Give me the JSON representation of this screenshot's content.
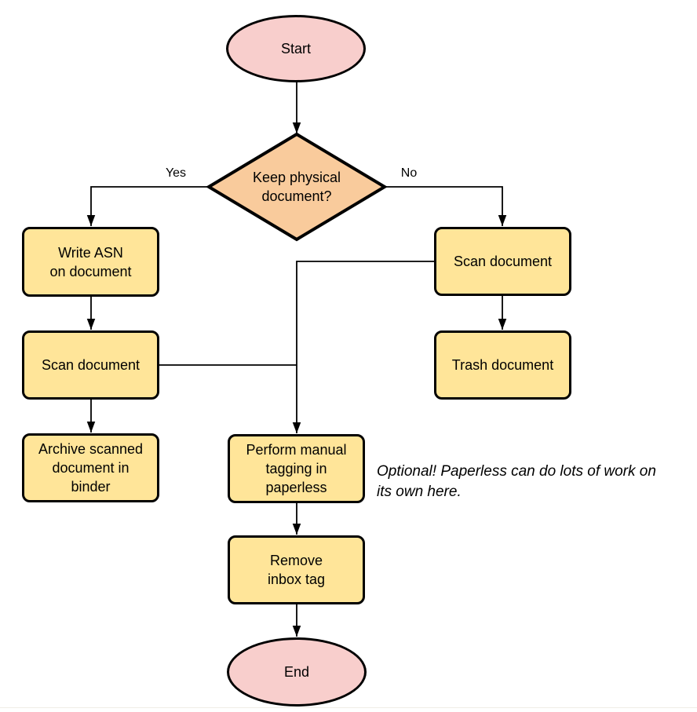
{
  "colors": {
    "terminal_fill": "#F8CECC",
    "decision_fill": "#F9CB9C",
    "process_fill": "#FFE599",
    "stroke": "#000000"
  },
  "nodes": {
    "start": {
      "type": "terminal",
      "label": "Start"
    },
    "decision": {
      "type": "decision",
      "label": "Keep physical\ndocument?"
    },
    "write_asn": {
      "type": "process",
      "label": "Write ASN\non document"
    },
    "scan_left": {
      "type": "process",
      "label": "Scan document"
    },
    "archive": {
      "type": "process",
      "label": "Archive scanned\ndocument in\nbinder"
    },
    "scan_right": {
      "type": "process",
      "label": "Scan document"
    },
    "trash": {
      "type": "process",
      "label": "Trash document"
    },
    "tagging": {
      "type": "process",
      "label": "Perform manual\ntagging in\npaperless"
    },
    "remove_inbox": {
      "type": "process",
      "label": "Remove\ninbox tag"
    },
    "end": {
      "type": "terminal",
      "label": "End"
    }
  },
  "edge_labels": {
    "yes": "Yes",
    "no": "No"
  },
  "annotation": "Optional! Paperless can do lots of work on\nits own here."
}
